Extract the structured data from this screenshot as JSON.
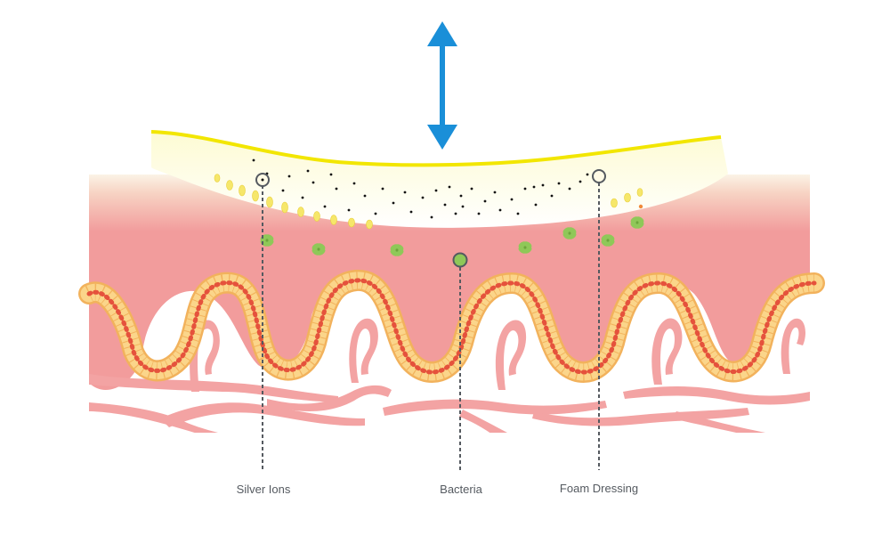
{
  "callouts": {
    "silver_ions": "Silver Ions",
    "bacteria": "Bacteria",
    "foam_dressing": "Foam Dressing"
  },
  "colors": {
    "arrow": "#1a8fd8",
    "foam_outline": "#f2e600",
    "foam_fill": "#fffde6",
    "tissue": "#f29c9c",
    "epithelium": "#f5c06a",
    "epithelium_nucleus": "#e5523c",
    "vessel": "#f3a3a3",
    "bacteria": "#8fc858",
    "leader_line": "#555a60"
  },
  "icons": {
    "arrow": "double-vertical-arrow-icon",
    "marker": "circle-marker-icon",
    "bacterium": "bacterium-icon"
  }
}
